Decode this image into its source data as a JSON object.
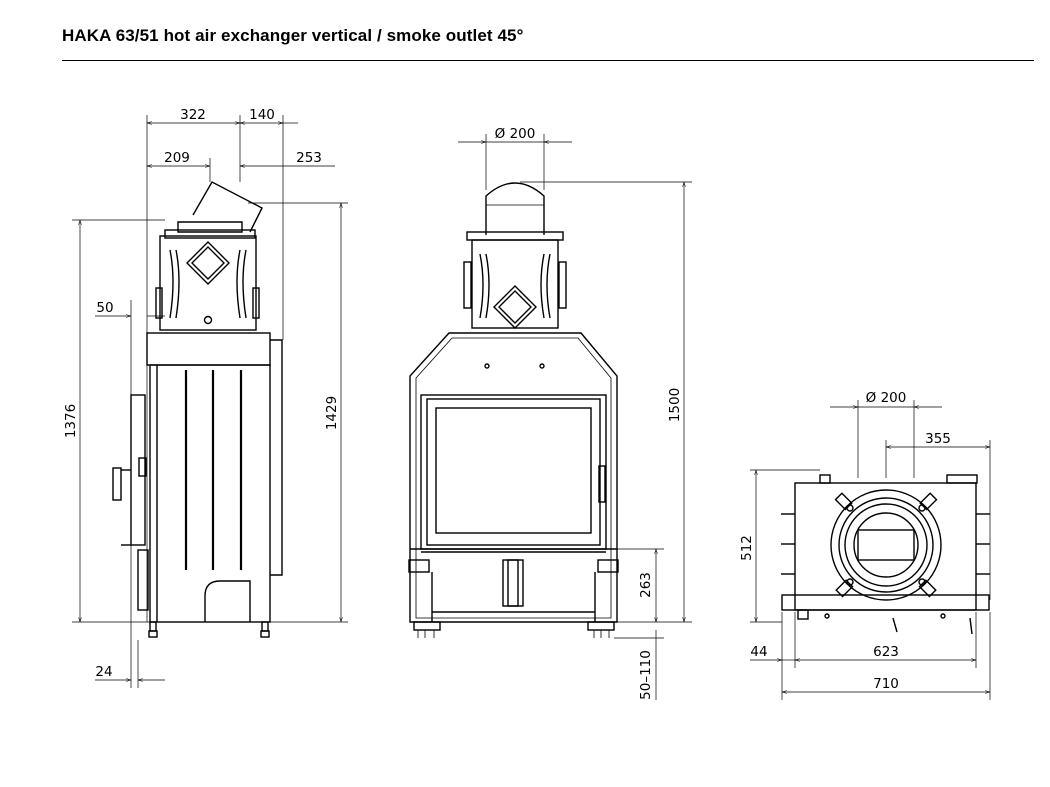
{
  "header": {
    "title": "HAKA 63/51 hot air exchanger vertical / smoke outlet 45°"
  },
  "side_view": {
    "dims": {
      "d322": "322",
      "d140": "140",
      "d209": "209",
      "d253": "253",
      "d50": "50",
      "d1376": "1376",
      "d1429": "1429",
      "d24": "24"
    }
  },
  "front_view": {
    "dims": {
      "d200": "Ø 200",
      "d1500": "1500",
      "d263": "263",
      "d50_110": "50–110"
    }
  },
  "top_view": {
    "dims": {
      "d200": "Ø 200",
      "d355": "355",
      "d512": "512",
      "d44": "44",
      "d623": "623",
      "d710": "710"
    }
  }
}
